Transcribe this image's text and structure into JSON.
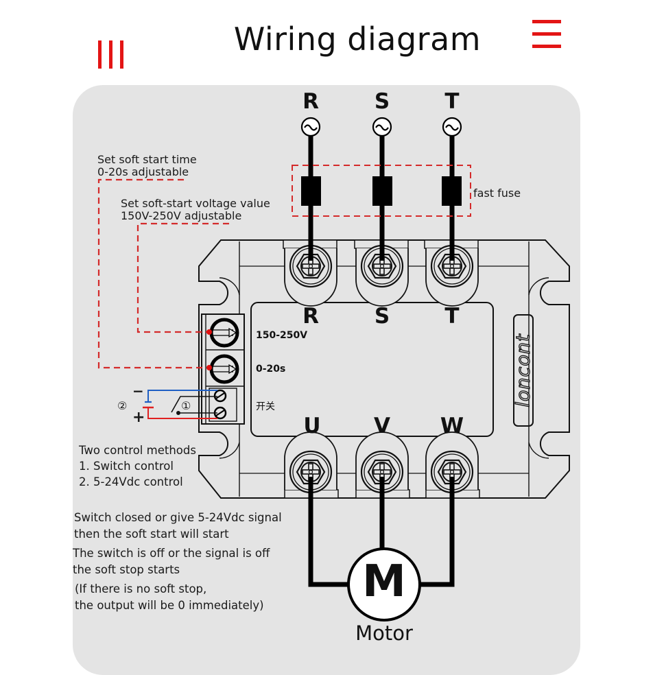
{
  "header": {
    "title": "Wiring diagram",
    "left_decoration": "three-vertical-bars",
    "right_decoration": "three-horizontal-bars",
    "accent_color": "#e31515"
  },
  "supply": {
    "phases": [
      "R",
      "S",
      "T"
    ],
    "source_symbol": "~",
    "fuse_label": "fast fuse"
  },
  "annotations": {
    "soft_start_time": [
      "Set soft start time",
      "0-20s adjustable"
    ],
    "soft_start_voltage": [
      "Set soft-start voltage value",
      "150V-250V adjustable"
    ]
  },
  "device": {
    "brand": "loncont",
    "input_labels": [
      "R",
      "S",
      "T"
    ],
    "output_labels": [
      "U",
      "V",
      "W"
    ],
    "knob_labels": [
      "150-250V",
      "0-20s"
    ],
    "switch_label": "开关"
  },
  "control": {
    "minus": "−",
    "plus": "+",
    "method_1_marker": "①",
    "method_2_marker": "②",
    "methods_title": "Two control methods",
    "methods": [
      "1. Switch control",
      "2. 5-24Vdc control"
    ]
  },
  "notes": {
    "start": [
      "Switch closed or give 5-24Vdc signal",
      "then the soft start will start"
    ],
    "stop": [
      "The switch is off or the signal is off",
      "the soft stop starts"
    ],
    "remark": [
      "(If there is no soft stop,",
      "the output will be 0 immediately)"
    ]
  },
  "motor": {
    "symbol": "M",
    "label": "Motor"
  },
  "colors": {
    "panel": "#e4e4e4",
    "dashed_red": "#d42a2a",
    "control_blue": "#1f5fc4",
    "control_red": "#e02020",
    "wire": "#000000"
  }
}
